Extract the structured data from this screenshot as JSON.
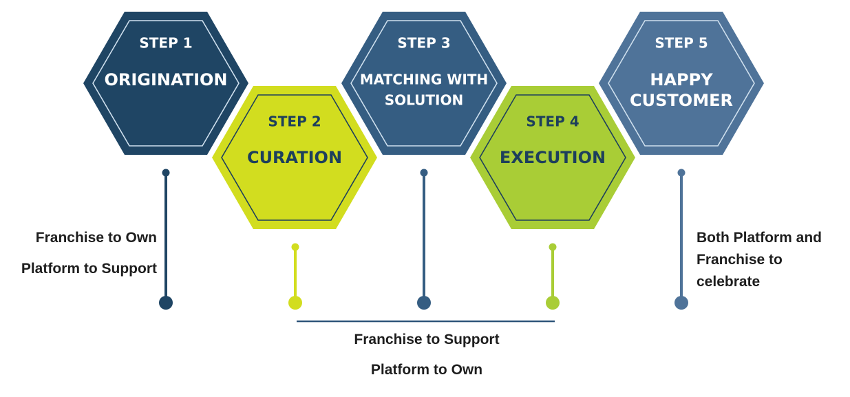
{
  "colors": {
    "step1": "#1f4564",
    "step2": "#d2dd1f",
    "step3": "#355d82",
    "step4": "#a9cd36",
    "step5": "#4f7399",
    "dark_text": "#1d3f5c",
    "light_text": "#ffffff",
    "bracket": "#2f557a"
  },
  "steps": [
    {
      "step_label": "STEP 1",
      "title_lines": [
        "ORIGINATION"
      ]
    },
    {
      "step_label": "STEP 2",
      "title_lines": [
        "CURATION"
      ]
    },
    {
      "step_label": "STEP 3",
      "title_lines": [
        "MATCHING WITH",
        "SOLUTION"
      ]
    },
    {
      "step_label": "STEP 4",
      "title_lines": [
        "EXECUTION"
      ]
    },
    {
      "step_label": "STEP 5",
      "title_lines": [
        "HAPPY",
        "CUSTOMER"
      ]
    }
  ],
  "notes": {
    "left": [
      "Franchise to Own",
      "Platform to Support"
    ],
    "center": [
      "Franchise to Support",
      "Platform to Own"
    ],
    "right": [
      "Both Platform and",
      "Franchise to",
      "celebrate"
    ]
  }
}
